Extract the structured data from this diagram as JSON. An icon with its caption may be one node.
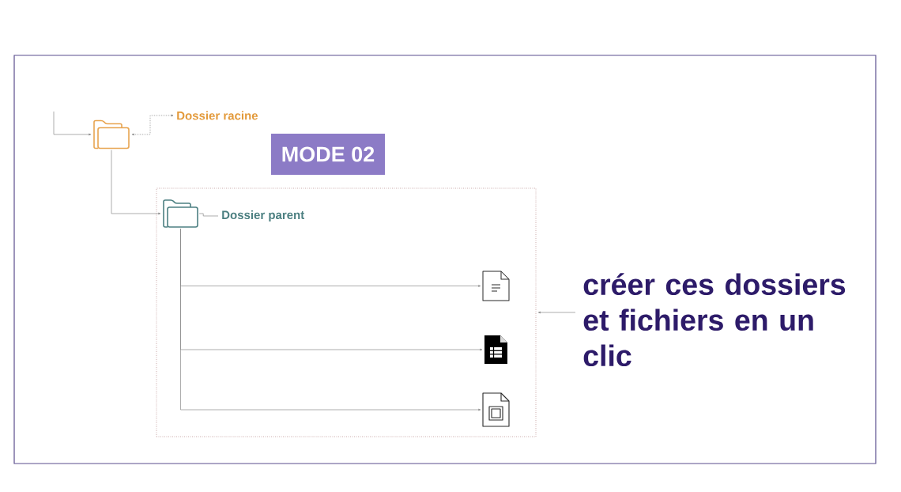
{
  "diagram": {
    "nodes": [
      {
        "text": [],
        "shape": "folder"
      },
      {
        "text": [
          "Dossier racine"
        ]
      },
      {
        "text": [
          "MODE 02"
        ]
      },
      {
        "text": [],
        "shape": "box"
      },
      {
        "text": [],
        "shape": "folder",
        "in": 3
      },
      {
        "text": [
          "Dossier parent"
        ],
        "in": 3
      },
      {
        "text": [],
        "shape": "document",
        "in": 3
      },
      {
        "text": [],
        "shape": "spreadsheet",
        "in": 3
      },
      {
        "text": [],
        "shape": "slide",
        "in": 3
      },
      {
        "text": [
          "créer ces dossiers et fichiers en un clic"
        ]
      }
    ],
    "edges": [
      {
        "from": null,
        "to": 0,
        "arrow": "to"
      },
      {
        "from": 1,
        "to": 0,
        "arrow": "both",
        "style": "dashed"
      },
      {
        "from": 0,
        "to": 4,
        "arrow": "to"
      },
      {
        "from": 4,
        "to": 5,
        "arrow": "none"
      },
      {
        "from": 4,
        "to": 6,
        "arrow": "to"
      },
      {
        "from": 4,
        "to": 7,
        "arrow": "to"
      },
      {
        "from": 4,
        "to": 8,
        "arrow": "to"
      },
      {
        "from": 9,
        "to": 3,
        "arrow": "to"
      }
    ]
  }
}
